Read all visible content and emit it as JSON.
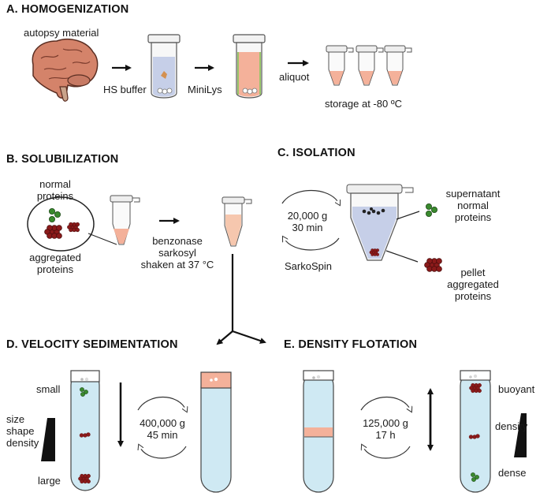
{
  "sections": {
    "a": {
      "title": "A. HOMOGENIZATION",
      "autopsy_label": "autopsy material",
      "buffer_label": "HS buffer",
      "minilys_label": "MiniLys",
      "aliquot_label": "aliquot",
      "storage_label": "storage at -80 ºC"
    },
    "b": {
      "title": "B. SOLUBILIZATION",
      "normal_label_1": "normal",
      "normal_label_2": "proteins",
      "aggregated_label_1": "aggregated",
      "aggregated_label_2": "proteins",
      "treatment_line_1": "benzonase",
      "treatment_line_2": "sarkosyl",
      "treatment_line_3": "shaken at 37 °C"
    },
    "c": {
      "title": "C. ISOLATION",
      "spin_speed": "20,000 g",
      "spin_time": "30 min",
      "method_label": "SarkoSpin",
      "supernatant_line_1": "supernatant",
      "supernatant_line_2": "normal",
      "supernatant_line_3": "proteins",
      "pellet_line_1": "pellet",
      "pellet_line_2": "aggregated",
      "pellet_line_3": "proteins"
    },
    "d": {
      "title": "D. VELOCITY SEDIMENTATION",
      "small_label": "small",
      "size_label": "size",
      "shape_label": "shape",
      "density_label": "density",
      "large_label": "large",
      "spin_speed": "400,000 g",
      "spin_time": "45 min"
    },
    "e": {
      "title": "E. DENSITY FLOTATION",
      "spin_speed": "125,000 g",
      "spin_time": "17 h",
      "buoyant_label": "buoyant",
      "density_label": "density",
      "dense_label": "dense"
    }
  },
  "colors": {
    "tube_liquid_blue": "#c9e6f2",
    "lysate_peach": "#f4b8a0",
    "aggregate_red": "#8b1a1a",
    "normal_green": "#3a8a2e",
    "outline": "#333333"
  }
}
